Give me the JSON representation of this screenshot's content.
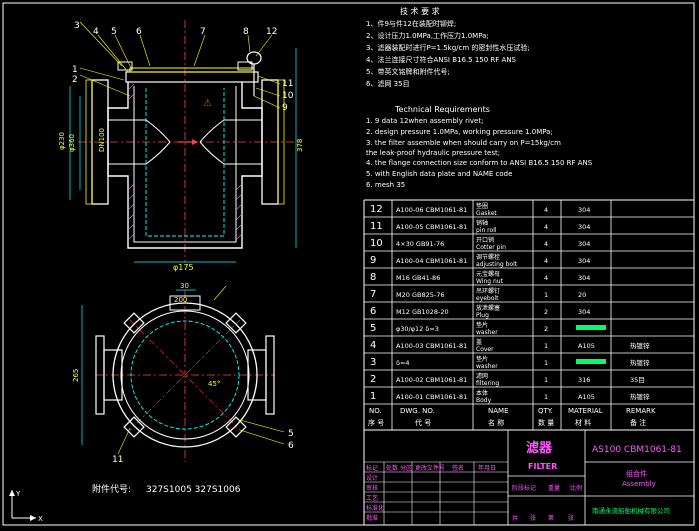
{
  "notes_cn": {
    "title": "技 术 要 求",
    "items": [
      "1、件9与件12在装配时铆焊;",
      "2、设计压力1.0MPa,工作压力1.0MPa;",
      "3、滤器装配时进行P=1.5kg/cm 的密封性水压试验;",
      "4、法兰连接尺寸符合ANSI B16.5 150 RF ANS",
      "5、带英文铭牌和附件代号;",
      "6、滤网  35目"
    ]
  },
  "notes_en": {
    "title": "Technical Requirements",
    "items": [
      "1.   9 data 12when assembly rivet;",
      "2.   design pressure 1.0MPa, working pressure 1.0MPa;",
      "3.   the filter assemble when should carry on P=15kg/cm",
      "     the leak-proof hydraulic pressure test;",
      "4.   the flange connection size conform to ANSI B16.5 150 RF  ANS",
      "5.   with English data plate and NAME code",
      "6.   mesh 35"
    ]
  },
  "bom": {
    "rows": [
      {
        "no": "12",
        "code": "A100-06 CBM1061-81",
        "name_cn": "垫圈",
        "name_en": "Gasket",
        "qty": "4",
        "mat": "304",
        "remark": ""
      },
      {
        "no": "11",
        "code": "A100-05 CBM1061-81",
        "name_cn": "销轴",
        "name_en": "pin roll",
        "qty": "4",
        "mat": "304",
        "remark": ""
      },
      {
        "no": "10",
        "code": "4×30  GB91-76",
        "name_cn": "开口销",
        "name_en": "Cotter pin",
        "qty": "4",
        "mat": "304",
        "remark": ""
      },
      {
        "no": "9",
        "code": "A100-04 CBM1061-81",
        "name_cn": "调节螺栓",
        "name_en": "adjusting bolt",
        "qty": "4",
        "mat": "304",
        "remark": ""
      },
      {
        "no": "8",
        "code": "M16 GB41-86",
        "name_cn": "元宝螺母",
        "name_en": "Wing nut",
        "qty": "4",
        "mat": "304",
        "remark": ""
      },
      {
        "no": "7",
        "code": "M20 GB825-76",
        "name_cn": "吊环螺钉",
        "name_en": "eyebolt",
        "qty": "1",
        "mat": "20",
        "remark": ""
      },
      {
        "no": "6",
        "code": "M12 GB1028-20",
        "name_cn": "放泄螺塞",
        "name_en": "Plug",
        "qty": "2",
        "mat": "304",
        "remark": ""
      },
      {
        "no": "5",
        "code": "φ30/φ12 δ=3",
        "name_cn": "垫片",
        "name_en": "washer",
        "qty": "2",
        "mat": "",
        "remark": ""
      },
      {
        "no": "4",
        "code": "A100-03 CBM1061-81",
        "name_cn": "盖",
        "name_en": "Cover",
        "qty": "1",
        "mat": "A105",
        "remark": "热镀锌"
      },
      {
        "no": "3",
        "code": "δ=4",
        "name_cn": "垫片",
        "name_en": "washer",
        "qty": "1",
        "mat": "",
        "remark": "热镀锌"
      },
      {
        "no": "2",
        "code": "A100-02 CBM1061-81",
        "name_cn": "滤网",
        "name_en": "filtering",
        "qty": "1",
        "mat": "316",
        "remark": "35目"
      },
      {
        "no": "1",
        "code": "A100-01 CBM1061-81",
        "name_cn": "本体",
        "name_en": "Body",
        "qty": "1",
        "mat": "A105",
        "remark": "热镀锌"
      }
    ],
    "header": {
      "no_en": "NO.",
      "no_cn": "序 号",
      "code_en": "DWG. NO.",
      "code_cn": "代 号",
      "name_en": "NAME",
      "name_cn": "名 称",
      "qty_en": "QTY.",
      "qty_cn": "数 量",
      "mat_en": "MATERIAL",
      "mat_cn": "材 料",
      "remark_en": "REMARK",
      "remark_cn": "备 注"
    }
  },
  "title_block": {
    "product_cn": "滤器",
    "product_en": "FILTER",
    "drawing_no": "AS100 CBM1061-81",
    "assembly_cn": "组合件",
    "assembly_en": "Assembly",
    "company": "南通永流船舶机械有限公司",
    "rev_labels": [
      "标记",
      "处数",
      "分区",
      "更改文件号",
      "签名",
      "年月日"
    ],
    "row_labels": [
      "设计",
      "审核",
      "工艺",
      "标准化",
      "批准"
    ],
    "stage_labels": [
      "阶段标记",
      "重量",
      "比例"
    ],
    "sheet_labels": [
      "共",
      "张",
      "第",
      "张"
    ]
  },
  "part_ref": {
    "label": "附件代号:",
    "codes": "327S1005   327S1006"
  },
  "dimensions": {
    "d_top": "φ175",
    "d_left": "φ230",
    "d_left2": "φ360",
    "d_dn": "DN100",
    "h_right": "378",
    "w_plan": "265",
    "w_c": "30",
    "w_c2": "200",
    "ang": "45°"
  },
  "balloons_front": [
    "1",
    "2",
    "3",
    "4",
    "5",
    "6",
    "7",
    "8",
    "9",
    "10",
    "11",
    "12"
  ],
  "balloons_plan": [
    "5",
    "6",
    "11"
  ],
  "ucs": {
    "x": "X",
    "y": "Y"
  },
  "colors": {
    "bg": "#000000",
    "outline": "#ffff00",
    "body": "#ffffff",
    "hidden": "#00ffff",
    "center": "#ff4040",
    "green": "#00ff66"
  }
}
